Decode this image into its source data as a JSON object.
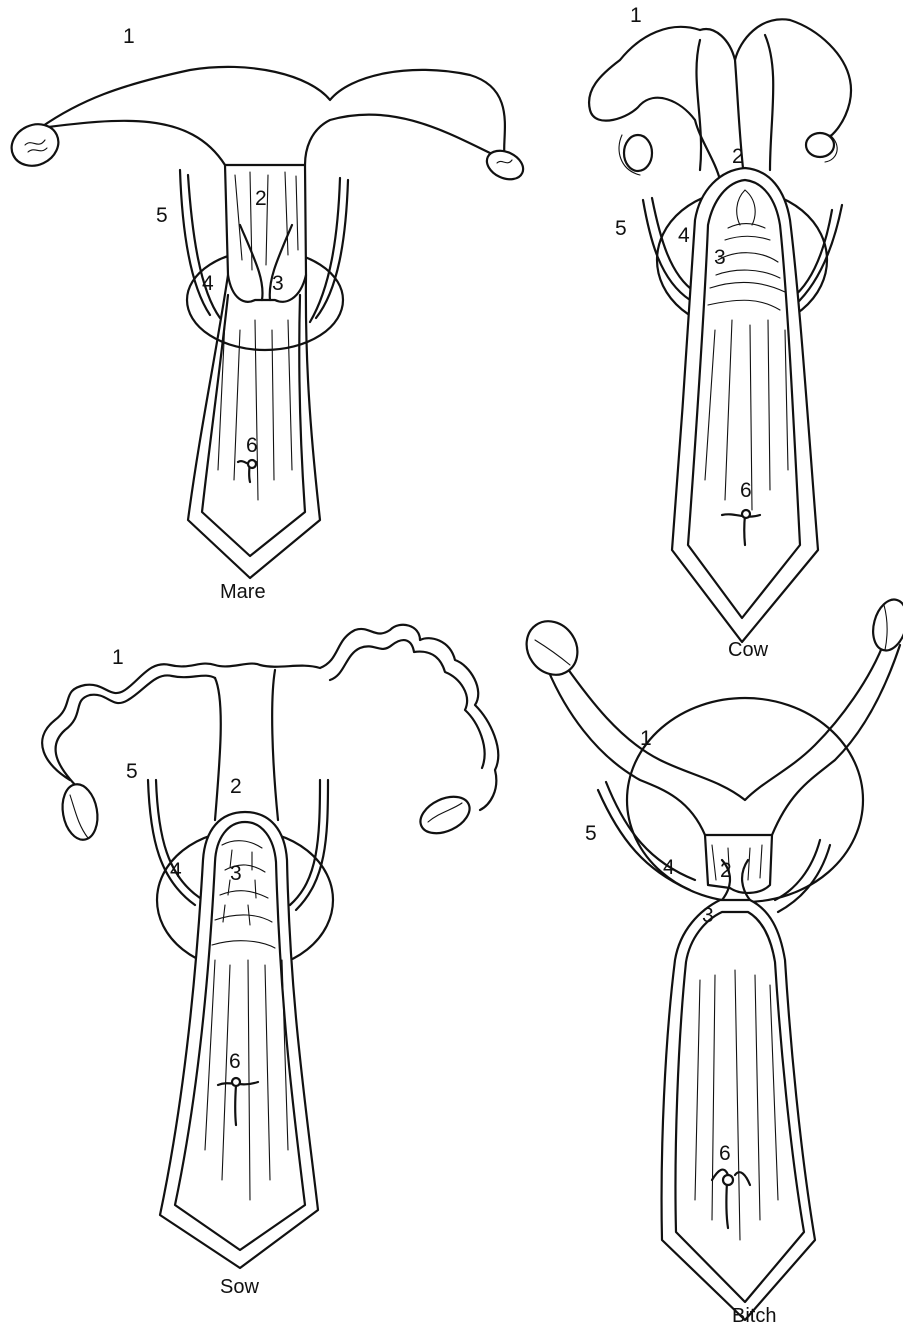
{
  "panels": [
    {
      "species": "Mare",
      "labels": {
        "l1": "1",
        "l2": "2",
        "l3": "3",
        "l4": "4",
        "l5": "5",
        "l6": "6"
      }
    },
    {
      "species": "Cow",
      "labels": {
        "l1": "1",
        "l2": "2",
        "l3": "3",
        "l4": "4",
        "l5": "5",
        "l6": "6"
      }
    },
    {
      "species": "Sow",
      "labels": {
        "l1": "1",
        "l2": "2",
        "l3": "3",
        "l4": "4",
        "l5": "5",
        "l6": "6"
      }
    },
    {
      "species": "Bitch",
      "labels": {
        "l1": "1",
        "l2": "2",
        "l3": "3",
        "l4": "4",
        "l5": "5",
        "l6": "6"
      }
    }
  ]
}
